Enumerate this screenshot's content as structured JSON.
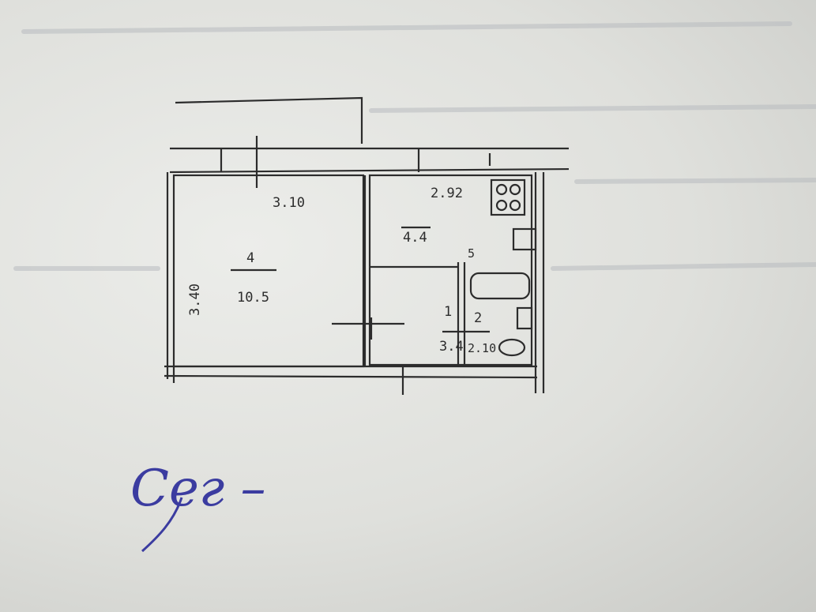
{
  "plan": {
    "room_large": {
      "number": "4",
      "area": "10.5",
      "width": "3.10",
      "length": "3.40"
    },
    "kitchen": {
      "width": "2.92",
      "area": "4.4",
      "length": "5"
    },
    "corridor": {
      "number": "1",
      "area": "3.4"
    },
    "bathroom": {
      "number": "2",
      "area": "2.10"
    }
  },
  "signature": {
    "text": "Сег –"
  },
  "colors": {
    "ink": "#2c2c2c",
    "signature_ink": "#3b3ca0",
    "paper": "#e6e7e3"
  }
}
